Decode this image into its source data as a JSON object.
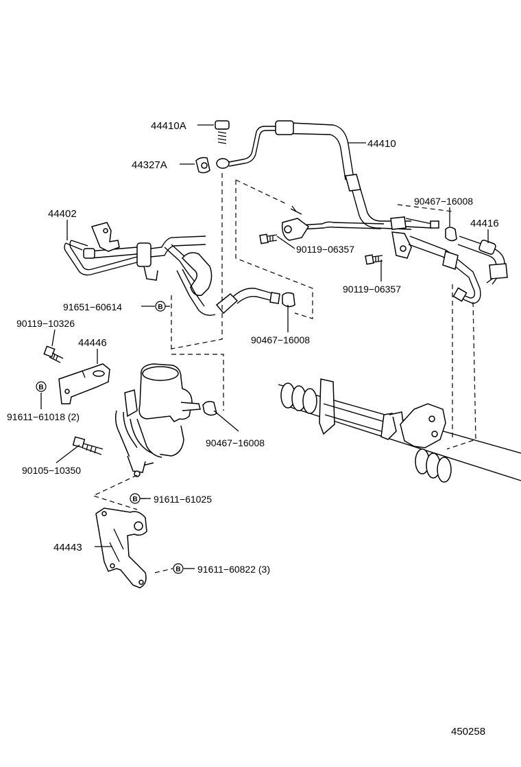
{
  "callouts": {
    "p44410A": "44410A",
    "p44327A": "44327A",
    "p44410": "44410",
    "p44402": "44402",
    "p90467_top": "90467−16008",
    "p44416": "44416",
    "p90119_a": "90119−06357",
    "p90119_b": "90119−06357",
    "p91651": "91651−60614",
    "p90467_mid": "90467−16008",
    "p90119_10326": "90119−10326",
    "p44446": "44446",
    "p91611_61018": "91611−61018 (2)",
    "p90467_low": "90467−16008",
    "p90105": "90105−10350",
    "p91611_61025": "91611−61025",
    "p44443": "44443",
    "p91611_60822": "91611−60822 (3)"
  },
  "marker_letter": "B",
  "figure_number": "450258"
}
